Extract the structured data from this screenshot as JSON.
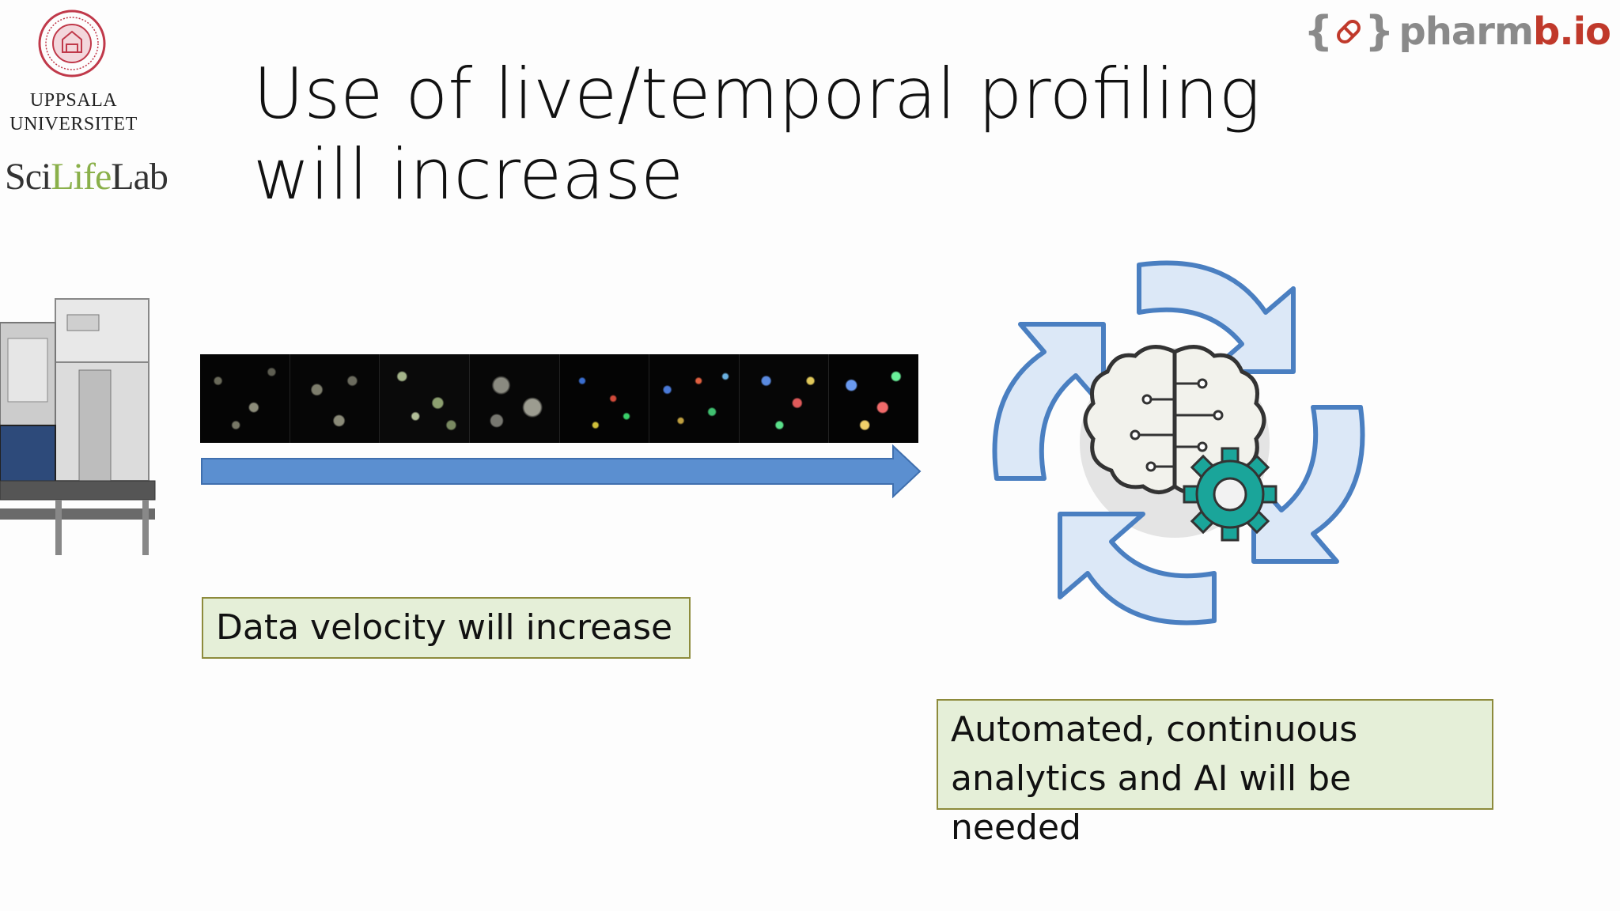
{
  "slide": {
    "title": "Use of live/temporal profiling will increase",
    "callout_velocity": "Data velocity will increase",
    "callout_ai": "Automated, continuous analytics and AI will be needed"
  },
  "logos": {
    "uppsala_line1": "UPPSALA",
    "uppsala_line2": "UNIVERSITET",
    "scilife_part1": "Sci",
    "scilife_part2": "Life",
    "scilife_part3": "Lab",
    "pharmb_braces_open": "{",
    "pharmb_braces_close": "}",
    "pharmb_word_1": "pharm",
    "pharmb_word_2": "b.io"
  },
  "colors": {
    "arrow_blue": "#5b8fd0",
    "callout_fill": "#e5efd8",
    "callout_border": "#8d8b3c",
    "cycle_light": "#dce8f7",
    "cycle_border": "#4a7fc1",
    "gear": "#1aa59a",
    "pharmb_red": "#c0392b"
  },
  "icons": {
    "seal": "uppsala-seal-icon",
    "pill": "pill-icon",
    "instrument": "lab-robot-icon",
    "cycle": "cycle-arrows-icon",
    "brain": "brain-circuit-icon",
    "gear": "gear-icon"
  }
}
